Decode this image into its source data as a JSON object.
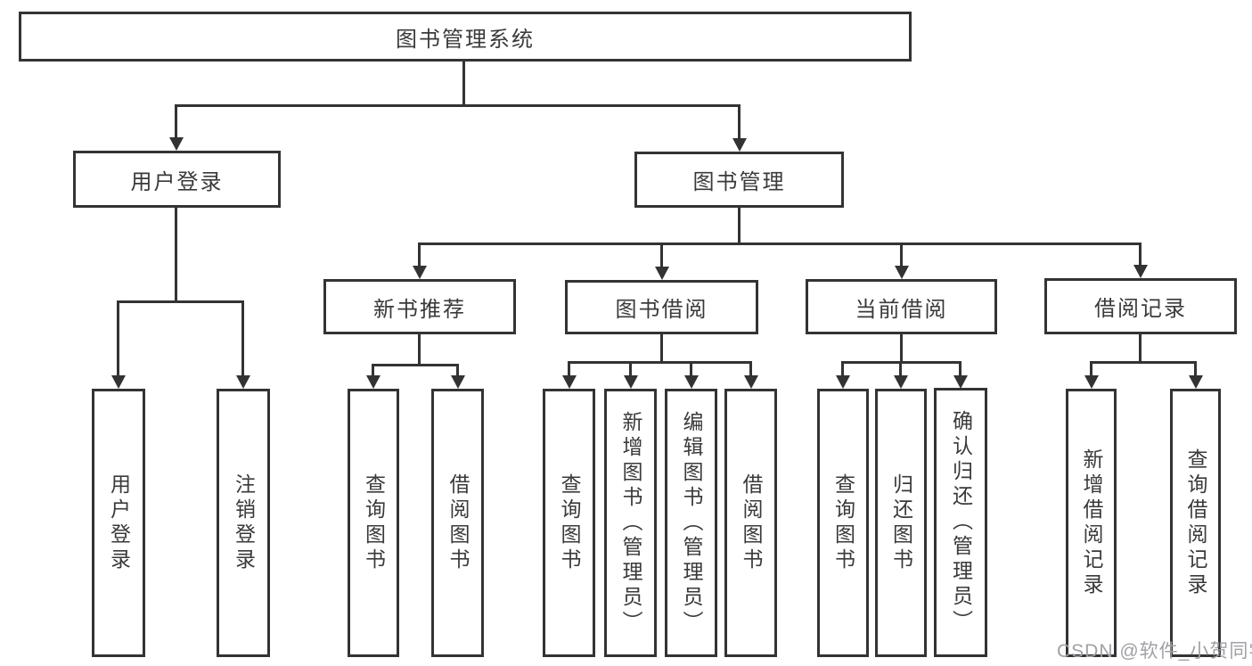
{
  "tree": {
    "root": {
      "label": "图书管理系统"
    },
    "branches": [
      {
        "label": "用户登录",
        "children": [
          {
            "label": "用户登录"
          },
          {
            "label": "注销登录"
          }
        ]
      },
      {
        "label": "图书管理",
        "groups": [
          {
            "label": "新书推荐",
            "children": [
              {
                "label": "查询图书"
              },
              {
                "label": "借阅图书"
              }
            ]
          },
          {
            "label": "图书借阅",
            "children": [
              {
                "label": "查询图书"
              },
              {
                "label": "新增图书（管理员）"
              },
              {
                "label": "编辑图书（管理员）"
              },
              {
                "label": "借阅图书"
              }
            ]
          },
          {
            "label": "当前借阅",
            "children": [
              {
                "label": "查询图书"
              },
              {
                "label": "归还图书"
              },
              {
                "label": "确认归还（管理员）"
              }
            ]
          },
          {
            "label": "借阅记录",
            "children": [
              {
                "label": "新增借阅记录"
              },
              {
                "label": "查询借阅记录"
              }
            ]
          }
        ]
      }
    ]
  },
  "watermark": {
    "text": "CSDN @软件_小贺同学"
  },
  "colors": {
    "line": "#333333",
    "text": "#3a3a3a",
    "watermark": "#a0a0a6",
    "background": "#ffffff"
  }
}
